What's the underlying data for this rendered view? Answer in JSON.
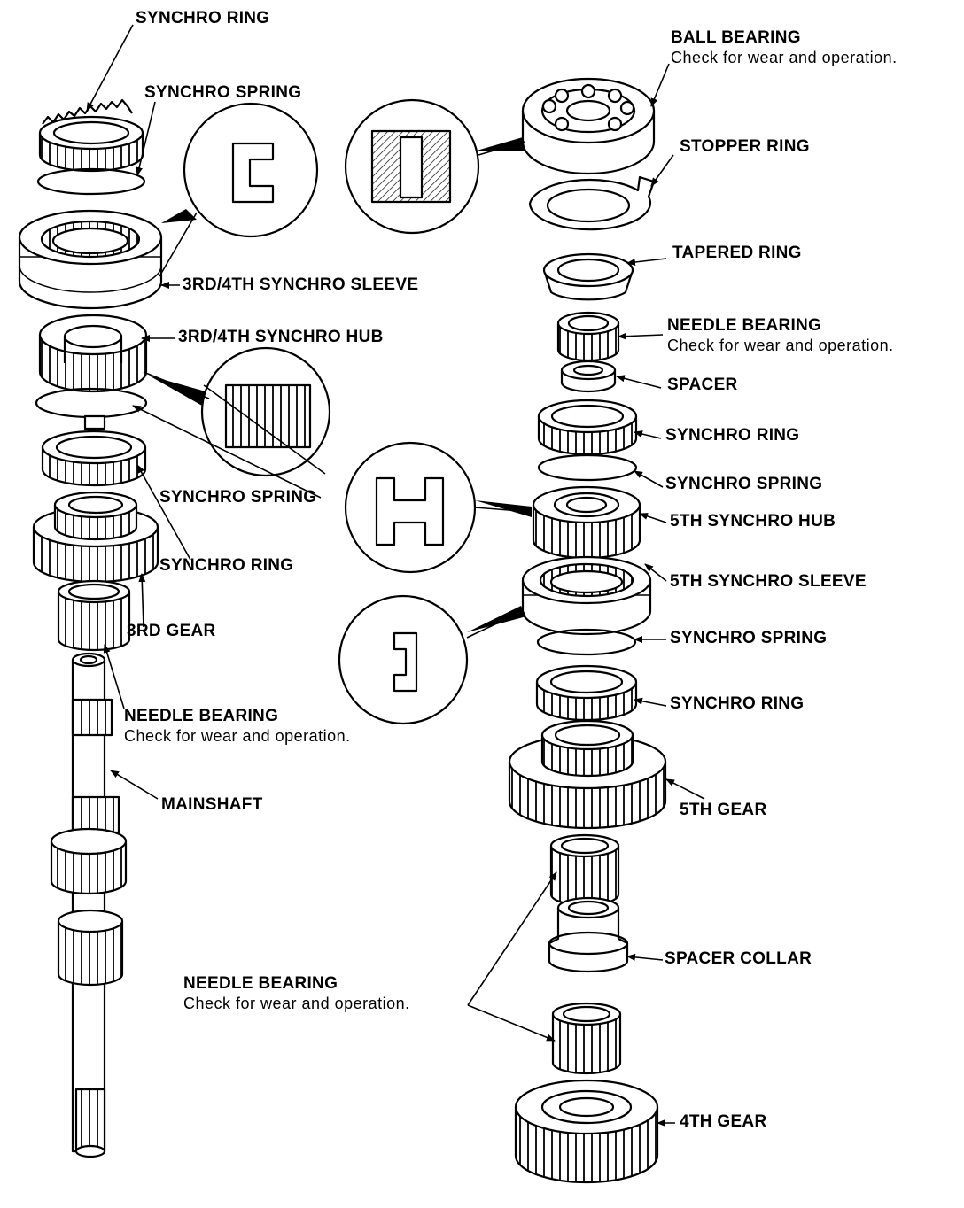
{
  "labels": {
    "synchro_ring_top": "SYNCHRO RING",
    "synchro_spring_top": "SYNCHRO SPRING",
    "sleeve_34": "3RD/4TH SYNCHRO SLEEVE",
    "hub_34": "3RD/4TH SYNCHRO HUB",
    "synchro_spring_left": "SYNCHRO SPRING",
    "synchro_ring_left": "SYNCHRO RING",
    "gear_3rd": "3RD GEAR",
    "needle_bearing_left": "NEEDLE BEARING",
    "mainshaft": "MAINSHAFT",
    "needle_bearing_bottom": "NEEDLE BEARING",
    "ball_bearing": "BALL BEARING",
    "stopper_ring": "STOPPER RING",
    "tapered_ring": "TAPERED RING",
    "needle_bearing_right": "NEEDLE BEARING",
    "spacer": "SPACER",
    "synchro_ring_r1": "SYNCHRO RING",
    "synchro_spring_r1": "SYNCHRO SPRING",
    "hub_5th": "5TH SYNCHRO HUB",
    "sleeve_5th": "5TH SYNCHRO SLEEVE",
    "synchro_spring_r2": "SYNCHRO SPRING",
    "synchro_ring_r2": "SYNCHRO RING",
    "gear_5th": "5TH GEAR",
    "spacer_collar": "SPACER COLLAR",
    "gear_4th": "4TH GEAR"
  },
  "notes": {
    "needle_bearing_left": "Check for wear and operation.",
    "needle_bearing_bottom": "Check for wear and operation.",
    "ball_bearing": "Check for wear and operation.",
    "needle_bearing_right": "Check for wear and operation."
  }
}
